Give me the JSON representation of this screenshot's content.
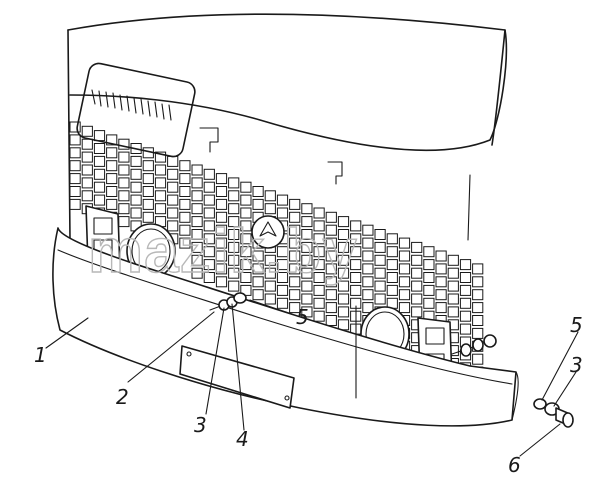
{
  "figure": {
    "watermark": "mazik.by",
    "callouts": [
      "1",
      "2",
      "3",
      "4",
      "5",
      "5",
      "3",
      "6"
    ]
  }
}
